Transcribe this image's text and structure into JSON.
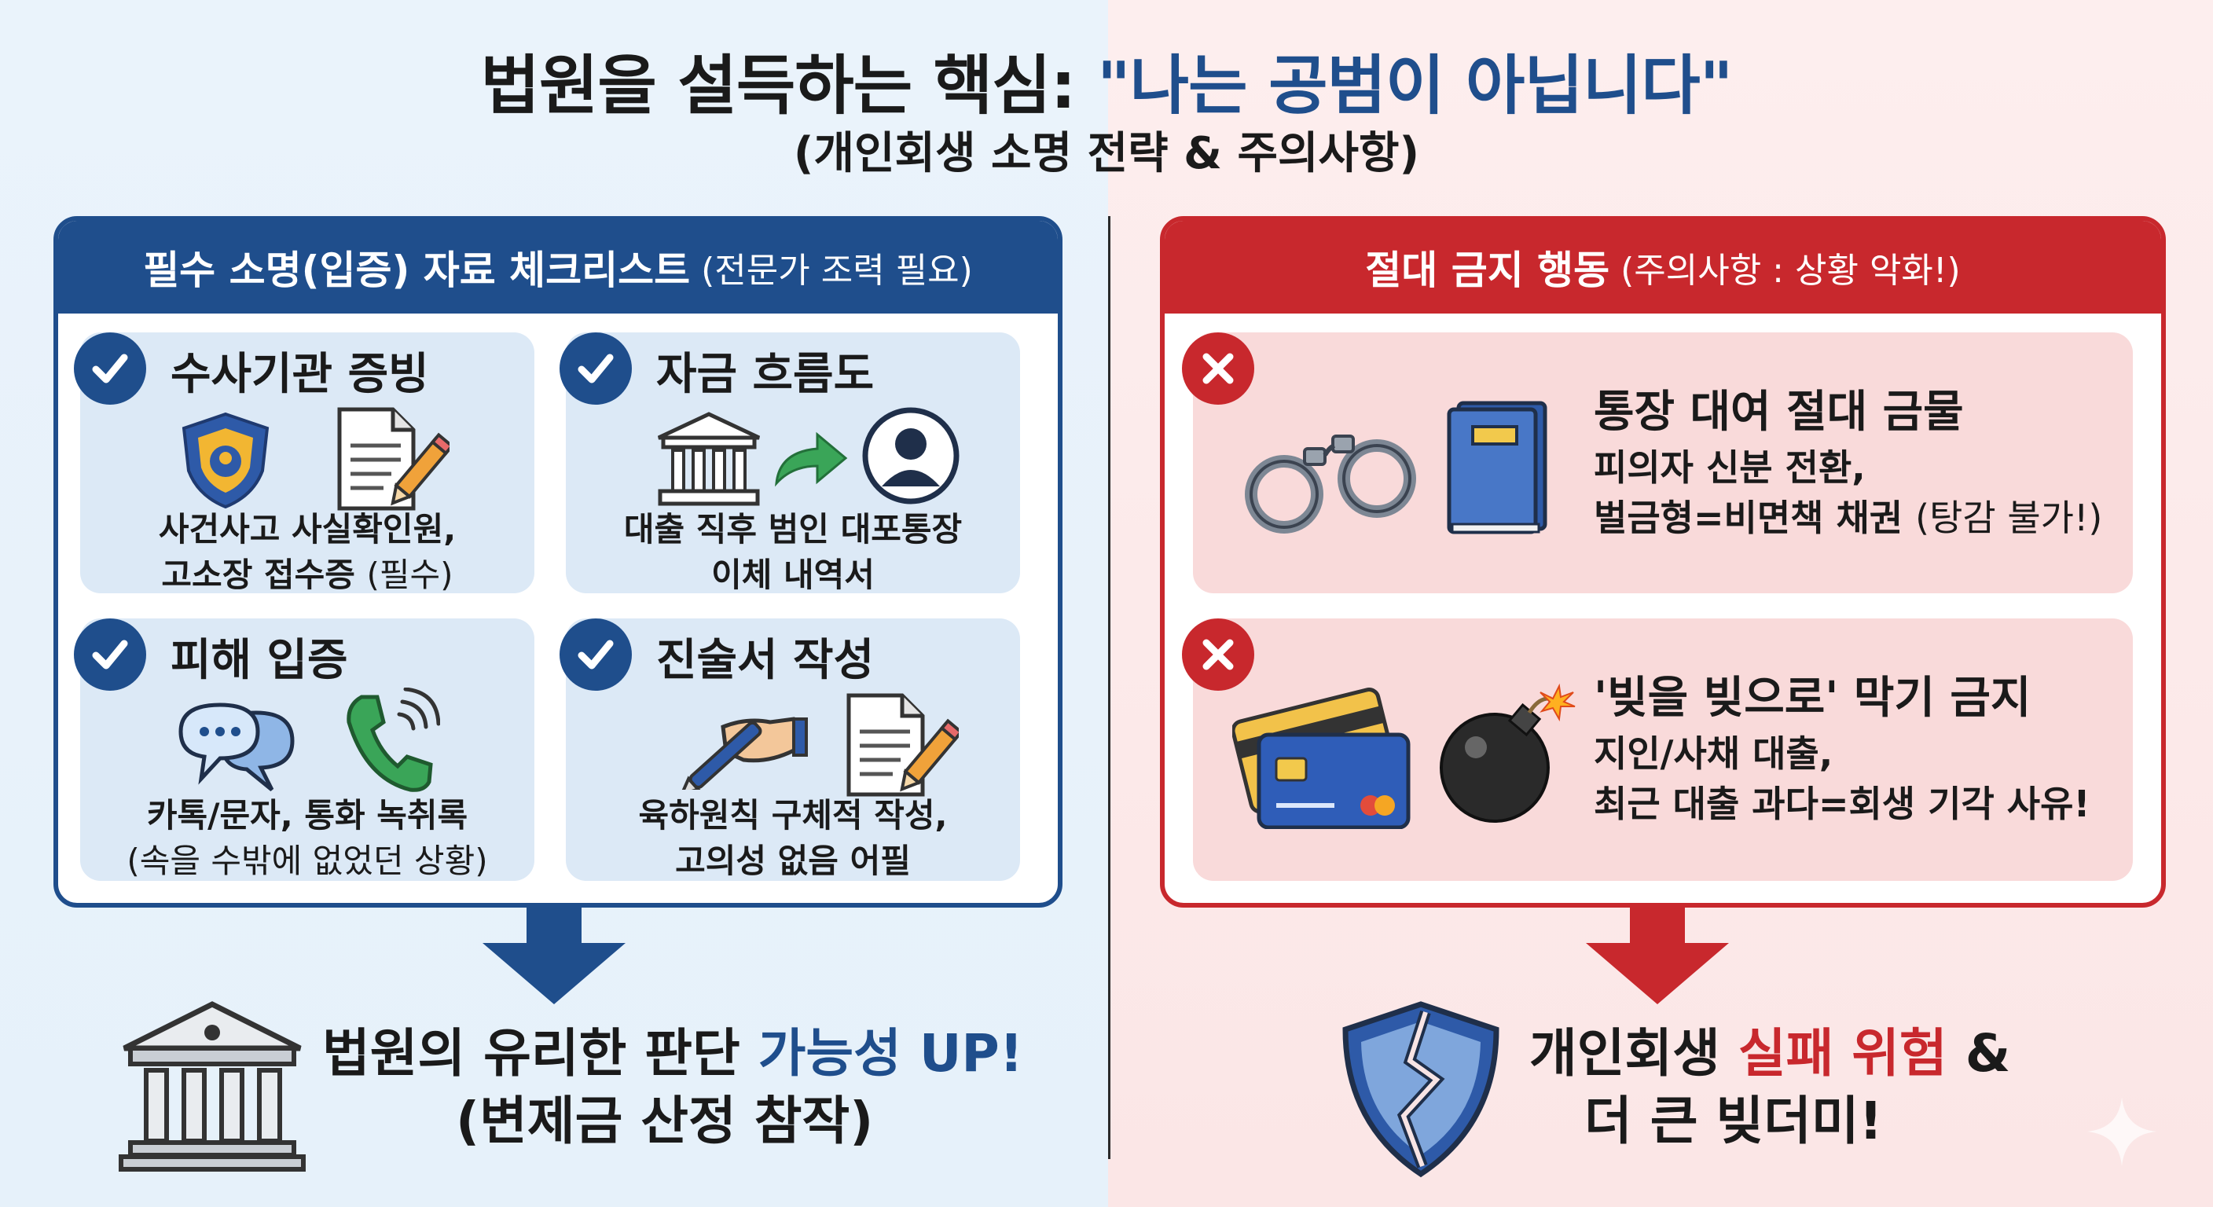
{
  "header": {
    "title_main": "법원을 설득하는 핵심: ",
    "title_highlight": "\"나는 공범이 아닙니다\"",
    "subtitle": "(개인회생 소명 전략 & 주의사항)"
  },
  "left_panel": {
    "title": "필수 소명(입증) 자료 체크리스트",
    "title_note": "(전문가 조력 필요)",
    "cards": [
      {
        "title": "수사기관 증빙",
        "line1": "사건사고 사실확인원,",
        "line2_main": "고소장 접수증 ",
        "line2_note": "(필수)"
      },
      {
        "title": "자금 흐름도",
        "line1": "대출 직후 범인 대포통장",
        "line2_main": "이체 내역서",
        "line2_note": ""
      },
      {
        "title": "피해 입증",
        "line1": "카톡/문자, 통화 녹취록",
        "line2_main": "",
        "line2_note": "(속을 수밖에 없었던 상황)"
      },
      {
        "title": "진술서 작성",
        "line1": "육하원칙 구체적 작성,",
        "line2_main": "고의성 없음 어필",
        "line2_note": ""
      }
    ]
  },
  "right_panel": {
    "title": "절대 금지 행동",
    "title_note": "(주의사항 : 상황 악화!)",
    "cards": [
      {
        "title": "통장 대여 절대 금물",
        "line1": "피의자 신분 전환,",
        "line2_main": "벌금형=비면책 채권 ",
        "line2_note": "(탕감 불가!)"
      },
      {
        "title": "'빚을 빚으로' 막기 금지",
        "line1": "지인/사채 대출,",
        "line2_main": "최근 대출 과다=회생 기각 사유!",
        "line2_note": ""
      }
    ]
  },
  "results": {
    "left_line1_main": "법원의 유리한 판단 ",
    "left_line1_highlight": "가능성 UP!",
    "left_line2": "(변제금 산정 참작)",
    "right_line1_main": "개인회생 ",
    "right_line1_highlight": "실패 위험",
    "right_line1_tail": " &",
    "right_line2": "더 큰 빚더미!"
  },
  "icons": {
    "check": "check-icon",
    "x": "x-icon",
    "police_badge": "police-badge-icon",
    "document_pen": "document-pen-icon",
    "bank": "bank-icon",
    "arrow_right": "green-arrow-icon",
    "person": "person-icon",
    "chat": "chat-bubbles-icon",
    "phone": "phone-icon",
    "writing_hand": "writing-hand-icon",
    "handcuffs": "handcuffs-icon",
    "bankbook": "bankbook-icon",
    "credit_cards": "credit-cards-icon",
    "bomb": "bomb-icon",
    "broken_shield": "broken-shield-icon"
  },
  "colors": {
    "blue": "#1f4e8c",
    "red": "#c8282d",
    "left_bg": "#eaf3fb",
    "right_bg": "#fdeeee"
  }
}
